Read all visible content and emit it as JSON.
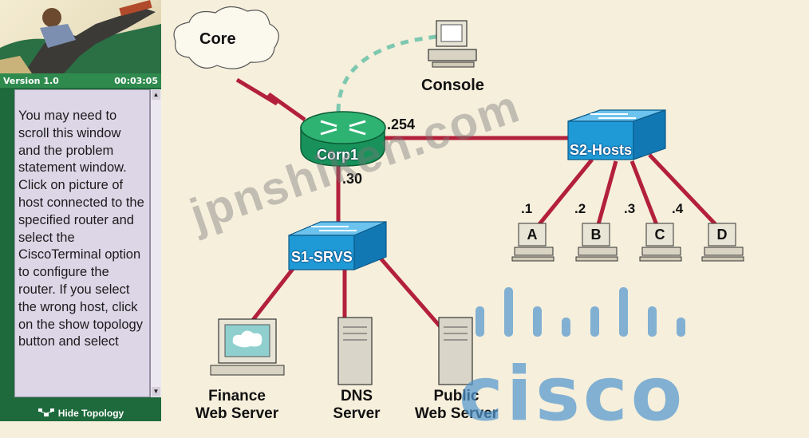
{
  "sidebar": {
    "version": "Version 1.0",
    "timer": "00:03:05",
    "instructions": "You may need to scroll this window and the problem statement window.\n  Click on picture of host connected to the specified router and select the CiscoTerminal option to configure the router. If you select the wrong host, click on the show topology button and select",
    "hide_topology": "Hide Topology",
    "scroll_up_icon": "arrow-up",
    "scroll_down_icon": "arrow-down"
  },
  "topology": {
    "core_label": "Core",
    "console_label": "Console",
    "router_label": "Corp1",
    "router_ip_254": ".254",
    "router_ip_30": ".30",
    "switch_hosts_label": "S2-Hosts",
    "switch_srvs_label": "S1-SRVS",
    "hosts": [
      {
        "letter": "A",
        "ip": ".1"
      },
      {
        "letter": "B",
        "ip": ".2"
      },
      {
        "letter": "C",
        "ip": ".3"
      },
      {
        "letter": "D",
        "ip": ".4"
      }
    ],
    "servers": [
      {
        "line1": "Finance",
        "line2": "Web Server"
      },
      {
        "line1": "DNS",
        "line2": "Server"
      },
      {
        "line1": "Public",
        "line2": "Web Server"
      }
    ],
    "link_color": "#b3203a",
    "console_link_color": "#7fc8b0",
    "device_color": "#1f9ad6"
  },
  "watermark": "jpnshiken.com",
  "brand": "cisco"
}
